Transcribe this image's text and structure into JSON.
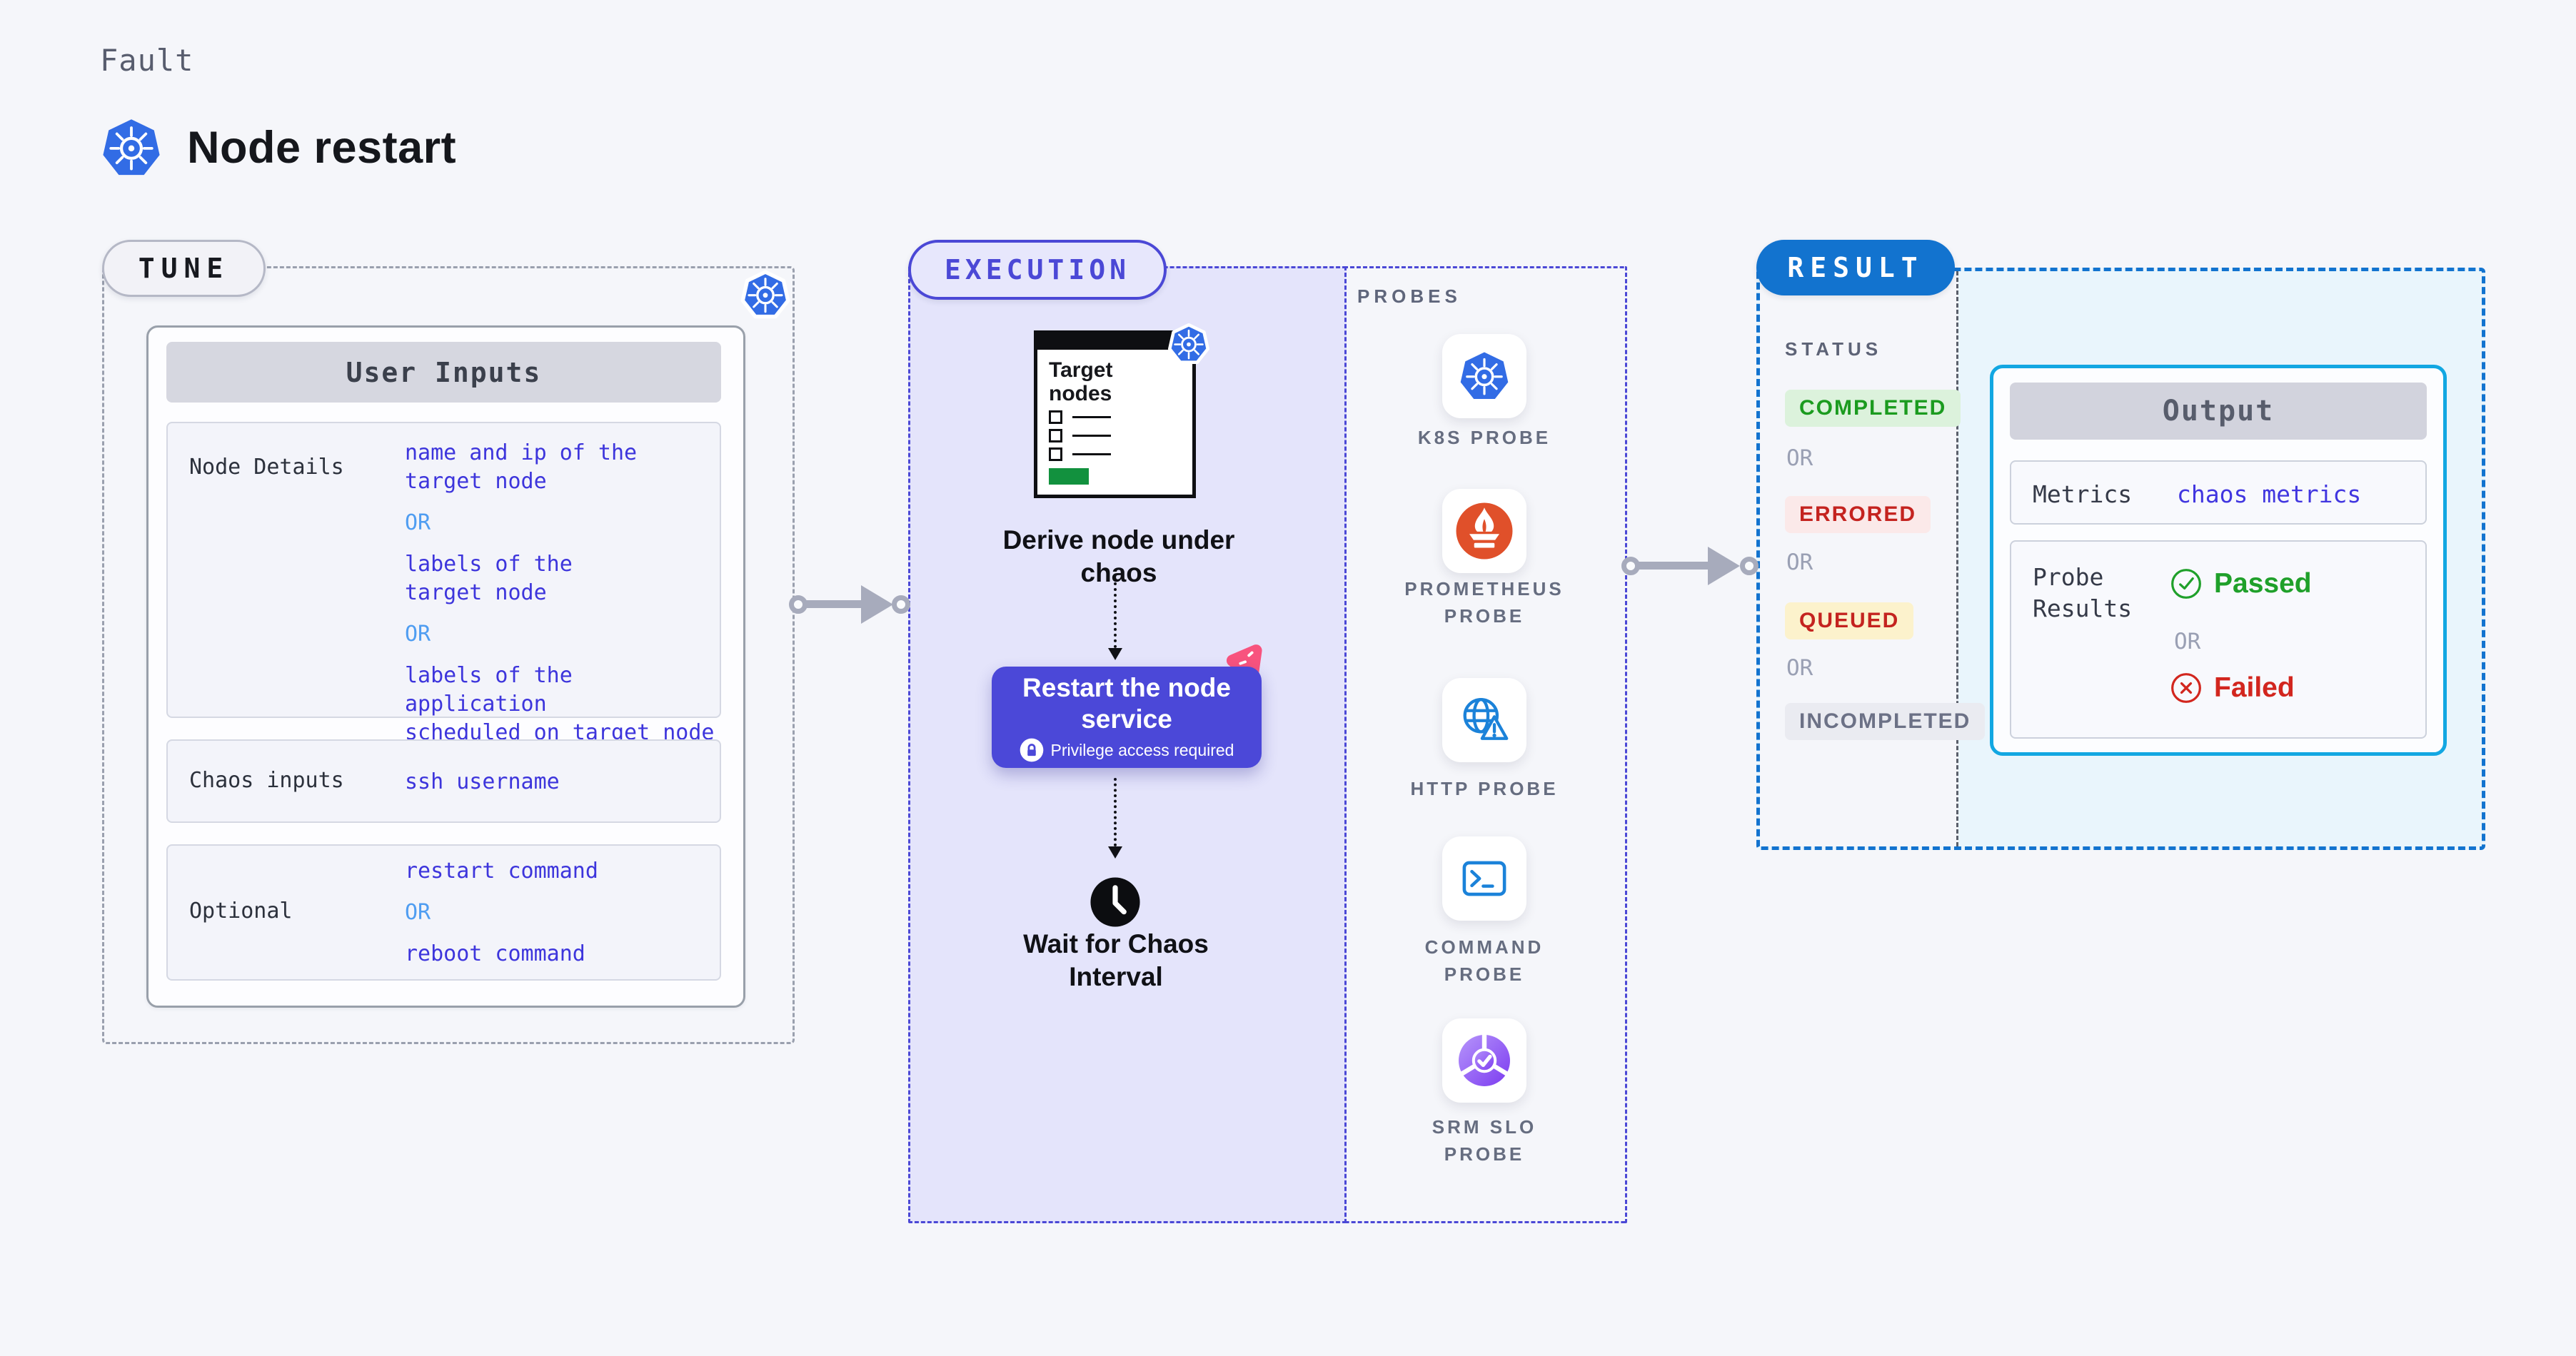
{
  "page": {
    "eyebrow": "Fault",
    "title": "Node restart"
  },
  "tune": {
    "pill": "TUNE",
    "header": "User Inputs",
    "rows": {
      "node_details": {
        "label": "Node Details",
        "v1": "name and ip of the\ntarget node",
        "or1": "OR",
        "v2": "labels of the\ntarget node",
        "or2": "OR",
        "v3": "labels of the application\nscheduled on target node"
      },
      "chaos_inputs": {
        "label": "Chaos inputs",
        "v1": "ssh username"
      },
      "optional": {
        "label": "Optional",
        "v1": "restart command",
        "or1": "OR",
        "v2": "reboot command"
      }
    }
  },
  "execution": {
    "pill": "EXECUTION",
    "target_card_title": "Target nodes",
    "step_derive": "Derive node under\nchaos",
    "button_title": "Restart the node\nservice",
    "button_note": "Privilege access required",
    "step_wait": "Wait for Chaos\nInterval"
  },
  "probes": {
    "label": "PROBES",
    "items": [
      {
        "name": "K8S PROBE",
        "icon": "kubernetes-icon"
      },
      {
        "name": "PROMETHEUS\nPROBE",
        "icon": "prometheus-icon"
      },
      {
        "name": "HTTP PROBE",
        "icon": "globe-alert-icon"
      },
      {
        "name": "COMMAND\nPROBE",
        "icon": "terminal-icon"
      },
      {
        "name": "SRM SLO\nPROBE",
        "icon": "slo-check-icon"
      }
    ]
  },
  "result": {
    "pill": "RESULT",
    "status_label": "STATUS",
    "or": "OR",
    "statuses": [
      {
        "label": "COMPLETED",
        "fg": "#1b9b1f",
        "bg": "#dcf2dc"
      },
      {
        "label": "ERRORED",
        "fg": "#c4231f",
        "bg": "#fbe9e9"
      },
      {
        "label": "QUEUED",
        "fg": "#c4231f",
        "bg": "#fcf2cc"
      },
      {
        "label": "INCOMPLETED",
        "fg": "#6c7186",
        "bg": "#eaebf1"
      }
    ],
    "output": {
      "header": "Output",
      "metrics_label": "Metrics",
      "metrics_value": "chaos metrics",
      "probe_label": "Probe\nResults",
      "passed": "Passed",
      "or": "OR",
      "failed": "Failed"
    }
  },
  "colors": {
    "page_bg": "#f5f6fa",
    "accent_indigo": "#4b48d6",
    "execution_bg": "#e4e4fb",
    "value_indigo": "#3d35dc",
    "or_blue": "#4f9df1",
    "or_gray": "#9aa0b4",
    "k8s_blue": "#326ce5",
    "prometheus_orange": "#e0502a",
    "probe_icon_blue": "#1b82d9",
    "srm_purple": "#7c3bf0",
    "result_blue": "#1273cf",
    "result_bg": "#e9f5fc",
    "output_cyan": "#12a7e2",
    "button_indigo": "#4b48d8",
    "litmus_pink": "#f8537e",
    "passed_green": "#1fa02a",
    "failed_red": "#d2261e",
    "arrow_gray": "#a7abbc",
    "target_green": "#12913e"
  }
}
